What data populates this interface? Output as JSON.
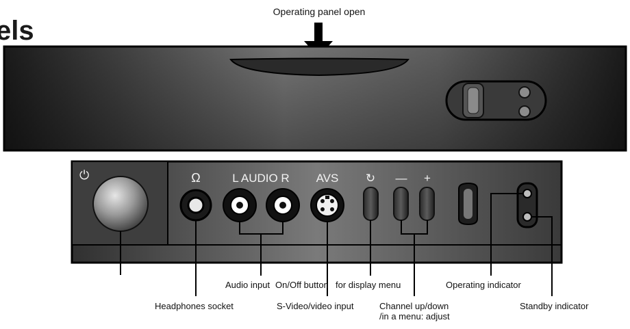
{
  "heading": "els",
  "top_callout": "Operating panel open",
  "panel_glyphs": {
    "power": "⏻",
    "headphones": "Ω",
    "audio": "L  AUDIO R",
    "avs": "AVS",
    "menu": "↻",
    "minus": "—",
    "plus": "+"
  },
  "labels": {
    "audio_input": "Audio input",
    "on_off": "On/Off button",
    "for_display_menu": "for display menu",
    "operating_indicator": "Operating indicator",
    "headphones_socket": "Headphones socket",
    "svideo_input": "S-Video/video input",
    "channel_line1": "Channel up/down",
    "channel_line2": "/in a menu: adjust",
    "standby_indicator": "Standby indicator"
  },
  "colors": {
    "panel_dark": "#2a2a2a",
    "panel_mid": "#6a6a6a",
    "outline": "#000000",
    "jack_red": "#cc2222"
  }
}
